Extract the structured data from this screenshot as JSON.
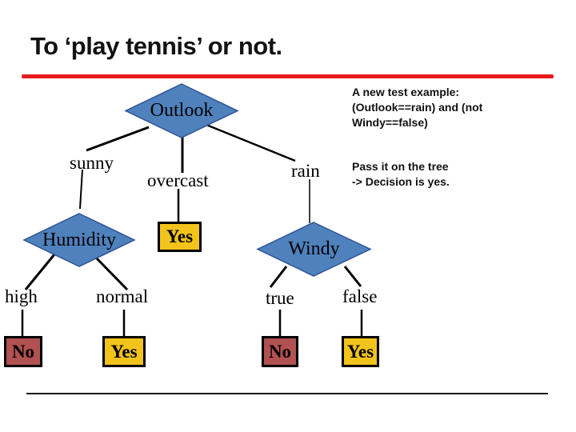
{
  "slide": {
    "title": "To ‘play tennis’ or not.",
    "colors": {
      "title_underline": "#e81a1c",
      "node_fill": "#4f81bd",
      "node_border": "#2f5496",
      "yes_fill": "#f2c31b",
      "no_fill": "#b25151",
      "leaf_border": "#000000",
      "edge": "#000000"
    }
  },
  "note": {
    "block1": [
      "A new test example:",
      "(Outlook==rain) and (not",
      "Windy==false)"
    ],
    "block2": [
      "Pass it on the tree",
      "-> Decision is yes."
    ]
  },
  "tree": {
    "root_label": "Outlook",
    "humidity_label": "Humidity",
    "windy_label": "Windy",
    "branch_sunny": "sunny",
    "branch_overcast": "overcast",
    "branch_rain": "rain",
    "branch_high": "high",
    "branch_normal": "normal",
    "branch_true": "true",
    "branch_false": "false",
    "leaf_overcast": "Yes",
    "leaf_high": "No",
    "leaf_normal": "Yes",
    "leaf_true": "No",
    "leaf_false": "Yes"
  }
}
